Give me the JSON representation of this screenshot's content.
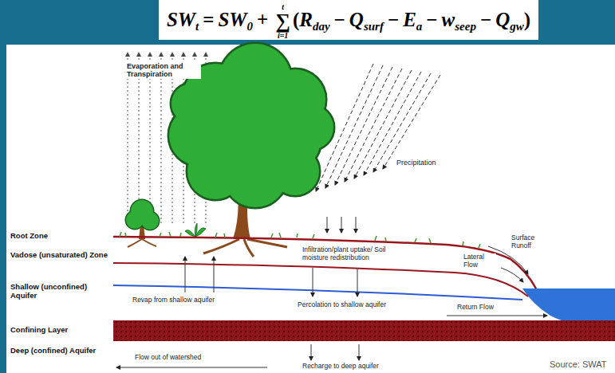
{
  "diagram": {
    "labels": [
      "SW",
      "t",
      "=",
      "SW",
      "0",
      "+",
      "∑",
      "i=1",
      "t",
      "(",
      "R",
      "day",
      "−",
      "Q",
      "surf",
      "−",
      "E",
      "a",
      "−",
      "w",
      "seep",
      "−",
      "Q",
      "gw",
      ")",
      "Evaporation and Transpiration",
      "Precipitation",
      "Root Zone",
      "Infiltration/plant uptake/ Soil moisture redistribution",
      "Surface Runoff",
      "Vadose (unsaturated) Zone",
      "Lateral Flow",
      "Revap from shallow aquifer",
      "Percolation to shallow aquifer",
      "Return Flow",
      "Shallow (unconfined) Aquifer",
      "Confining Layer",
      "Deep (confined) Aquifer",
      "Flow out of watershed",
      "Recharge to deep aquifer",
      "Source: SWAT"
    ]
  }
}
